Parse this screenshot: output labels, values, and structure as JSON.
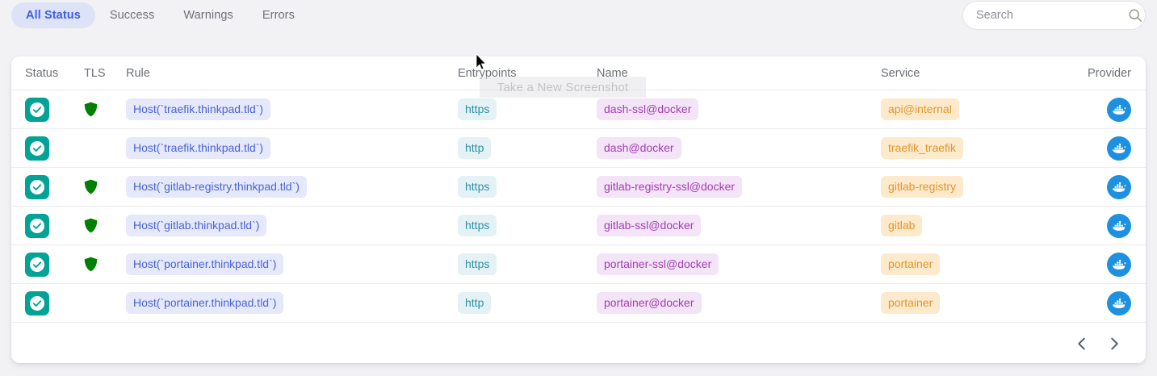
{
  "tabs": [
    {
      "label": "All Status",
      "active": true
    },
    {
      "label": "Success",
      "active": false
    },
    {
      "label": "Warnings",
      "active": false
    },
    {
      "label": "Errors",
      "active": false
    }
  ],
  "search": {
    "value": "",
    "placeholder": "Search",
    "icon": "search-icon"
  },
  "table": {
    "columns": [
      "Status",
      "TLS",
      "Rule",
      "Entrypoints",
      "Name",
      "Service",
      "Provider"
    ],
    "rows": [
      {
        "status": "success",
        "tls": true,
        "rule": "Host(`traefik.thinkpad.tld`)",
        "entrypoint": "https",
        "name": "dash-ssl@docker",
        "service": "api@internal",
        "provider": "docker-icon"
      },
      {
        "status": "success",
        "tls": false,
        "rule": "Host(`traefik.thinkpad.tld`)",
        "entrypoint": "http",
        "name": "dash@docker",
        "service": "traefik_traefik",
        "provider": "docker-icon"
      },
      {
        "status": "success",
        "tls": true,
        "rule": "Host(`gitlab-registry.thinkpad.tld`)",
        "entrypoint": "https",
        "name": "gitlab-registry-ssl@docker",
        "service": "gitlab-registry",
        "provider": "docker-icon"
      },
      {
        "status": "success",
        "tls": true,
        "rule": "Host(`gitlab.thinkpad.tld`)",
        "entrypoint": "https",
        "name": "gitlab-ssl@docker",
        "service": "gitlab",
        "provider": "docker-icon"
      },
      {
        "status": "success",
        "tls": true,
        "rule": "Host(`portainer.thinkpad.tld`)",
        "entrypoint": "https",
        "name": "portainer-ssl@docker",
        "service": "portainer",
        "provider": "docker-icon"
      },
      {
        "status": "success",
        "tls": false,
        "rule": "Host(`portainer.thinkpad.tld`)",
        "entrypoint": "http",
        "name": "portainer@docker",
        "service": "portainer",
        "provider": "docker-icon"
      }
    ]
  },
  "pagination": {
    "prev_icon": "chevron-left-icon",
    "next_icon": "chevron-right-icon"
  },
  "overlay": {
    "text": "Take a New Screenshot"
  },
  "colors": {
    "accent_blue": "#3b60e4",
    "active_tab_bg": "#dee2f7",
    "status_teal": "#00a396",
    "tls_green": "#008000",
    "docker_blue": "#1d91e0",
    "chip_rule_bg": "#e6e9fa",
    "chip_entry_bg": "#e4f2f5",
    "chip_name_bg": "#f3e4f7",
    "chip_service_bg": "#fdeacd",
    "page_bg": "#f2f2f5"
  }
}
